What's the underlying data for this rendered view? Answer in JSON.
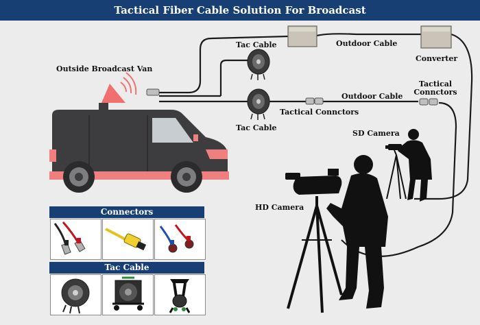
{
  "title": "Tactical Fiber Cable Solution For Broadcast",
  "labels": {
    "van": "Outside Broadcast Van",
    "tac_cable_top": "Tac Cable",
    "tac_cable_bottom": "Tac Cable",
    "outdoor_cable_top": "Outdoor Cable",
    "outdoor_cable_mid": "Outdoor Cable",
    "converter": "Converter",
    "tactical_connectors_mid": "Tactical Connctors",
    "tactical_connectors_right": "Tactical Connctors",
    "sd_camera": "SD Camera",
    "hd_camera": "HD Camera"
  },
  "panels": {
    "connectors": {
      "title": "Connectors",
      "items": [
        "st-connector-pair",
        "mpo-connector",
        "fc-connector-pair"
      ]
    },
    "tac_cable": {
      "title": "Tac Cable",
      "items": [
        "cable-reel",
        "cable-drum-cart",
        "reel-stand"
      ]
    }
  },
  "colors": {
    "title_bar": "#173f73",
    "van_body": "#3d3d3f",
    "van_stripe": "#f08080",
    "panel_head": "#173f73"
  }
}
